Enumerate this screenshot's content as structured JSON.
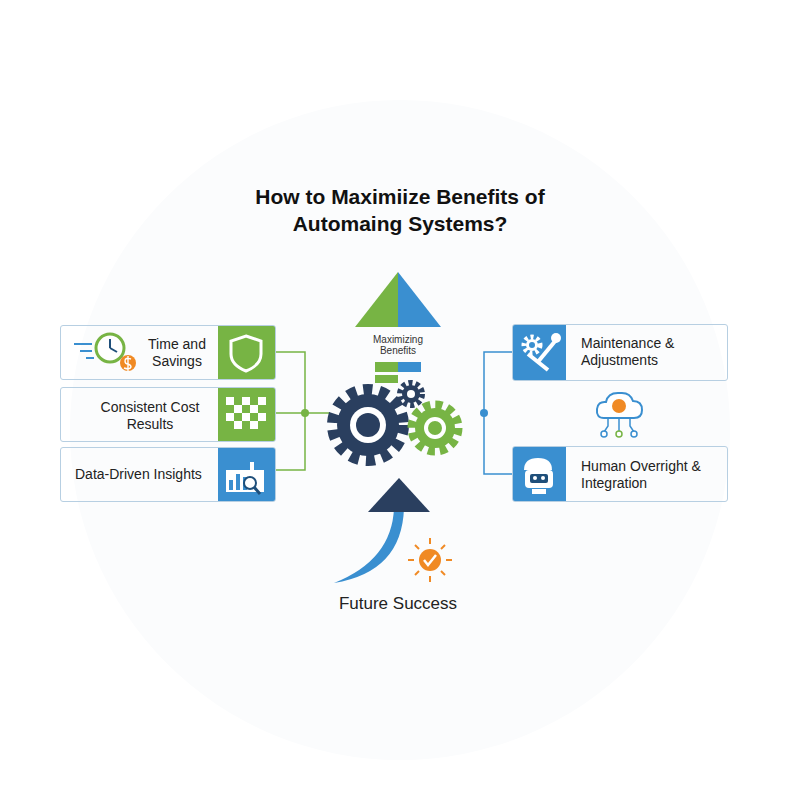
{
  "diagram": {
    "title": "How to Maximiize Benefits of Automaing Systems?",
    "nodes": [
      {
        "text": [
          "Time and Savings"
        ]
      },
      {
        "text": [
          "Consistent Cost Results"
        ]
      },
      {
        "text": [
          "Data-Driven Insights"
        ]
      },
      {
        "text": [
          "Maintenance & Adjustments"
        ]
      },
      {
        "text": [
          "Human Overright & Integration"
        ]
      }
    ],
    "labels": [
      "Maximizing Benefits",
      "Future Success"
    ]
  }
}
